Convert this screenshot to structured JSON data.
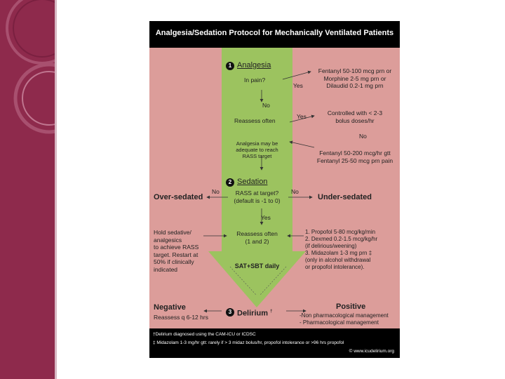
{
  "slide": {
    "colors": {
      "sidebar": "#8e2a4c",
      "background": "#ffffff"
    }
  },
  "poster": {
    "title": "Analgesia/Sedation Protocol for Mechanically Ventilated Patients",
    "colors": {
      "background": "#dc9d9a",
      "center_lane": "#9cc35f",
      "header": "#000000"
    },
    "analgesia": {
      "number": "1",
      "heading": "Analgesia",
      "question": "In pain?",
      "yes": "Yes",
      "no": "No",
      "reassess": "Reassess often",
      "yes2": "Yes",
      "note": [
        "Analgesia may be",
        "adequate to reach",
        "RASS target"
      ]
    },
    "opioids": {
      "prn": [
        "Fentanyl 50-100 mcg prn or",
        "Morphine 2-5 mg prn or",
        "Dilaudid 0.2-1 mg prn"
      ],
      "controlled": [
        "Controlled with < 2-3",
        "bolus doses/hr"
      ],
      "no": "No",
      "drip": [
        "Fentanyl 50-200 mcg/hr gtt",
        "Fentanyl 25-50 mcg prn pain"
      ]
    },
    "sedation": {
      "number": "2",
      "heading": "Sedation",
      "question": [
        "RASS at target?",
        "(default is -1 to 0)"
      ],
      "no_left": "No",
      "no_right": "No",
      "yes": "Yes",
      "reassess": [
        "Reassess often",
        "(1 and 2)"
      ],
      "sat": "SAT+SBT daily"
    },
    "over": {
      "label": "Over-sedated",
      "action": [
        "Hold sedative/",
        "analgesics",
        "to achieve RASS",
        "target. Restart at",
        "50% if clinically",
        "indicated"
      ]
    },
    "under": {
      "label": "Under-sedated",
      "options": [
        "1.  Propofol 5-80 mcg/kg/min",
        "2.  Dexmed 0.2-1.5 mcg/kg/hr",
        "       (if delirious/weening)",
        "3.  Midazolam 1-3 mg prn ‡",
        "       (only in alcohol withdrawal",
        "       or propofol intolerance)."
      ]
    },
    "delirium": {
      "number": "3",
      "heading": "Delirium",
      "mark": "†",
      "negative": "Negative",
      "negative_note": "Reassess q 6-12 hrs",
      "positive": "Positive",
      "positive_items": [
        "-Non pharmacological management",
        "- Pharmacological management"
      ]
    },
    "footer": {
      "line1": "†Delirium diagnosed using the CAM-ICU or ICDSC",
      "line2": "‡ Midazolam 1-3 mg/hr gtt: rarely if > 3 midaz bolus/hr, propofol intolerance or >96 hrs propofol",
      "line3": "© www.icudelirium.org"
    }
  }
}
